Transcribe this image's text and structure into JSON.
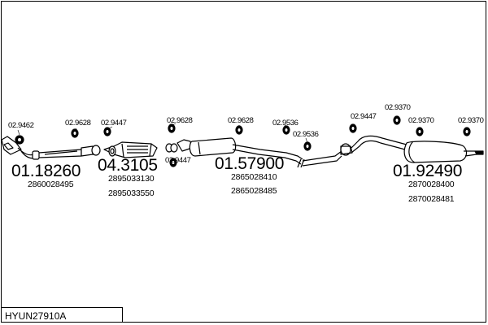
{
  "diagram": {
    "model_code": "HYUN27910A",
    "part_refs": [
      "02.9462",
      "02.9628",
      "02.9447",
      "02.9628",
      "02.9628",
      "02.9536",
      "02.9536",
      "02.9447",
      "02.9370",
      "02.9370",
      "02.9370",
      "02.9447"
    ],
    "parts": [
      {
        "number": "01.18260",
        "oem": [
          "2860028495"
        ]
      },
      {
        "number": "04.3105",
        "oem": [
          "2895033130",
          "2895033550"
        ]
      },
      {
        "number": "01.57900",
        "oem": [
          "2865028410",
          "2865028485"
        ]
      },
      {
        "number": "01.92490",
        "oem": [
          "2870028400",
          "2870028481"
        ]
      }
    ]
  }
}
